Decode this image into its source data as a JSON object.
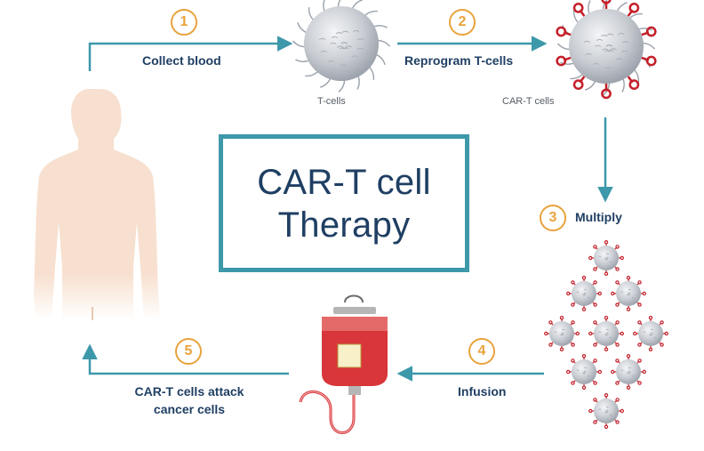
{
  "title": {
    "line1": "CAR-T cell",
    "line2": "Therapy"
  },
  "steps": [
    {
      "number": "1",
      "label": "Collect blood"
    },
    {
      "number": "2",
      "label": "Reprogram T-cells"
    },
    {
      "number": "3",
      "label": "Multiply"
    },
    {
      "number": "4",
      "label": "Infusion"
    },
    {
      "number": "5",
      "label_line1": "CAR-T cells attack",
      "label_line2": "cancer cells"
    }
  ],
  "cell_labels": {
    "t_cells": "T-cells",
    "car_t_cells": "CAR-T cells"
  },
  "colors": {
    "arrow": "#3d98aa",
    "step_circle": "#e8a33c",
    "text": "#1f3f63",
    "body": "#f7e0cf",
    "cell": "#c9cdd3",
    "receptor": "#c4202a",
    "bag": "#d8363a"
  }
}
